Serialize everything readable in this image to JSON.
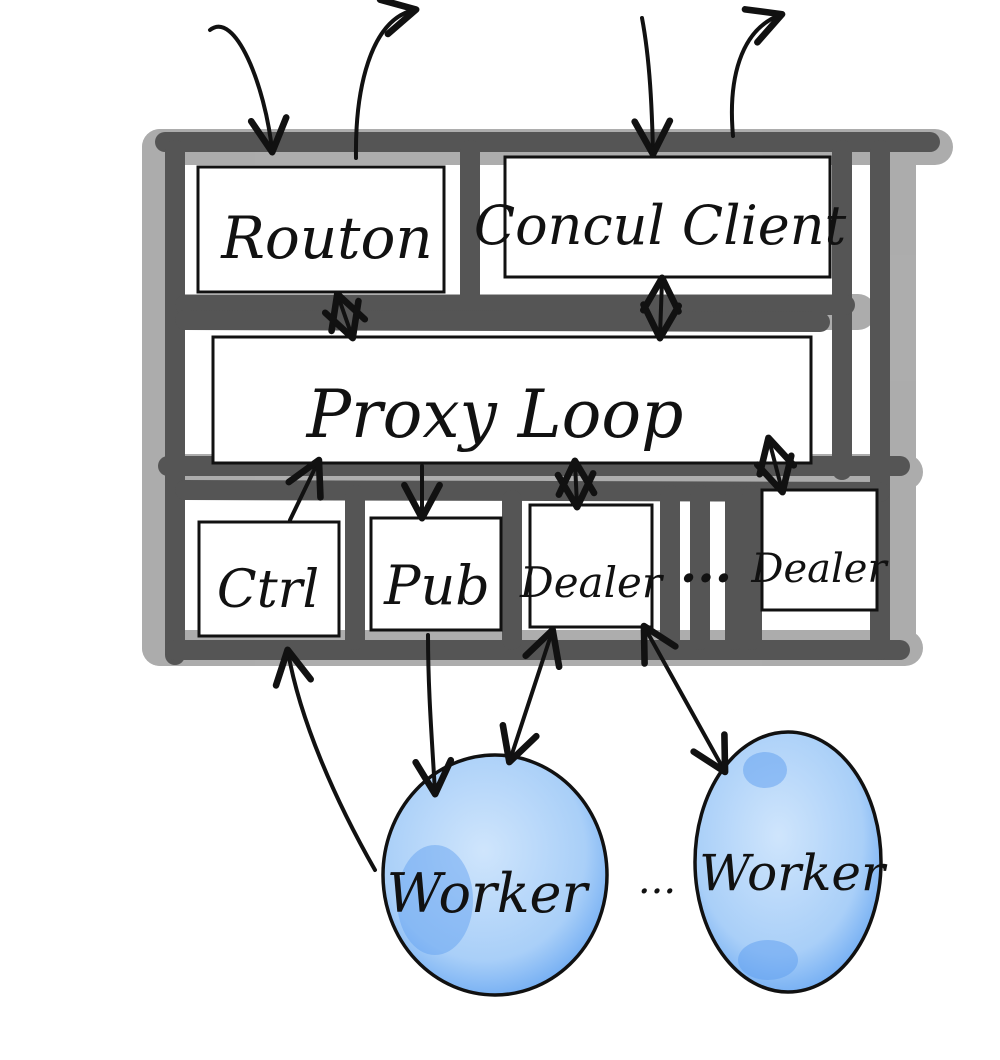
{
  "diagram": {
    "nodes": {
      "router": "Routon",
      "consul_client": "Concul Client",
      "proxy_loop": "Proxy Loop",
      "ctrl": "Ctrl",
      "pub": "Pub",
      "dealer_1": "Dealer",
      "ellipsis_boxes": "...",
      "dealer_2": "Dealer",
      "worker_1": "Worker",
      "ellipsis_workers": "...",
      "worker_2": "Worker"
    },
    "colors": {
      "frame": "#555555",
      "frame_shadow": "#8a8a8a",
      "box_fill": "#ffffff",
      "stroke": "#111111",
      "worker_fill": "#a9cff8",
      "worker_shade": "#5e9ef0"
    },
    "edges": [
      {
        "from": "external",
        "to": "router",
        "direction": "in"
      },
      {
        "from": "router",
        "to": "external",
        "direction": "out"
      },
      {
        "from": "external",
        "to": "consul_client",
        "direction": "in"
      },
      {
        "from": "consul_client",
        "to": "external",
        "direction": "out"
      },
      {
        "from": "router",
        "to": "proxy_loop",
        "direction": "both"
      },
      {
        "from": "consul_client",
        "to": "proxy_loop",
        "direction": "both"
      },
      {
        "from": "ctrl",
        "to": "proxy_loop",
        "direction": "out"
      },
      {
        "from": "proxy_loop",
        "to": "pub",
        "direction": "out"
      },
      {
        "from": "proxy_loop",
        "to": "dealer_1",
        "direction": "both"
      },
      {
        "from": "proxy_loop",
        "to": "dealer_2",
        "direction": "both"
      },
      {
        "from": "worker_1",
        "to": "ctrl",
        "direction": "out"
      },
      {
        "from": "pub",
        "to": "worker_1",
        "direction": "out"
      },
      {
        "from": "dealer_1",
        "to": "worker_1",
        "direction": "both"
      },
      {
        "from": "dealer_1",
        "to": "worker_2",
        "direction": "both"
      }
    ]
  }
}
